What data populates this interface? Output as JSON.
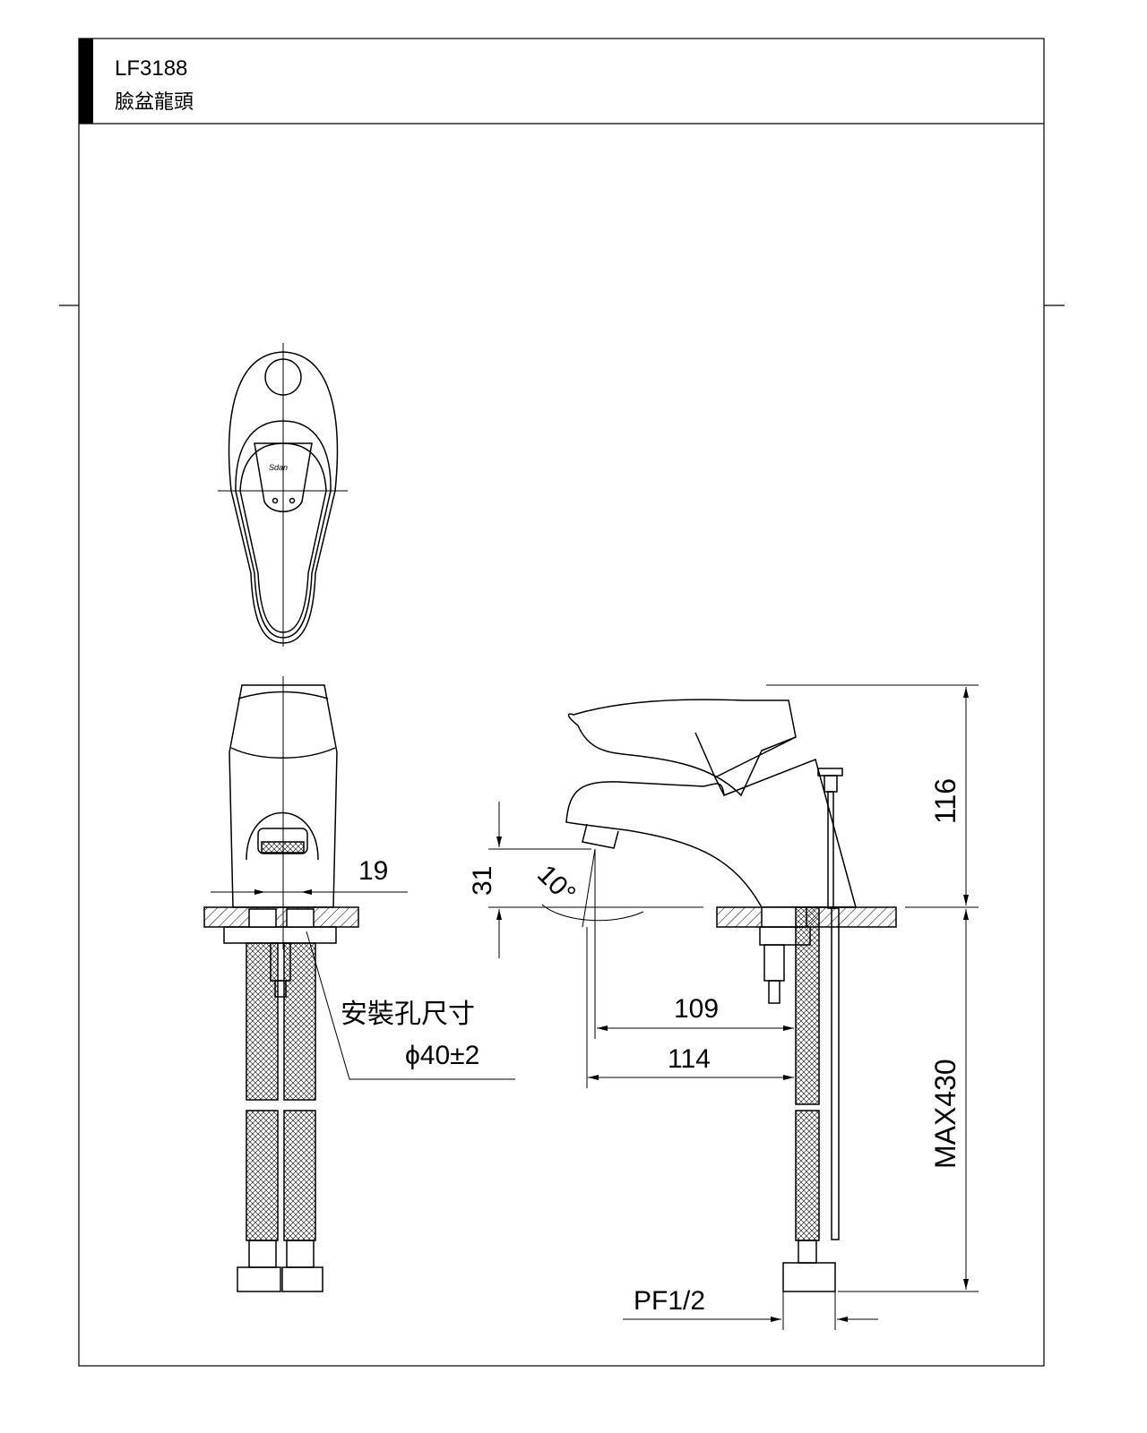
{
  "header": {
    "model": "LF3188",
    "name": "臉盆龍頭"
  },
  "dimensions": {
    "spout_width": "19",
    "hole_label": "安裝孔尺寸",
    "hole_size": "ϕ40±2",
    "spout_drop": "31",
    "spout_angle": "10°",
    "reach_inner": "109",
    "reach_outer": "114",
    "height": "116",
    "hose_length": "MAX430",
    "thread": "PF1/2"
  },
  "colors": {
    "line": "#000000",
    "background": "#ffffff"
  }
}
